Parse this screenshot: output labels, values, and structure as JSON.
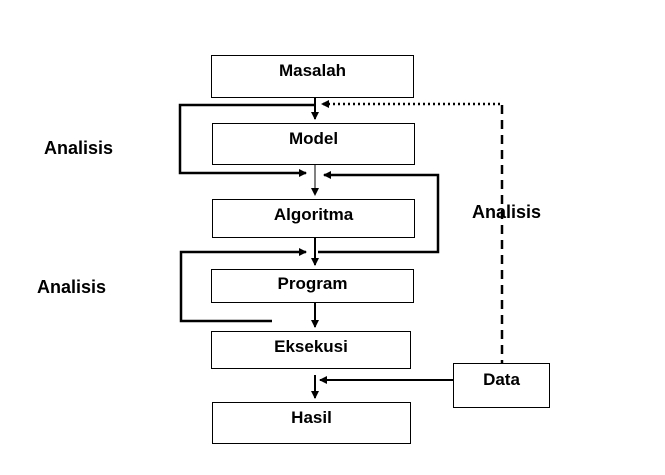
{
  "diagram": {
    "steps": [
      "Masalah",
      "Model",
      "Algoritma",
      "Program",
      "Eksekusi",
      "Hasil"
    ],
    "data_label": "Data",
    "analysis_labels": [
      "Analisis",
      "Analisis",
      "Analisis"
    ]
  }
}
